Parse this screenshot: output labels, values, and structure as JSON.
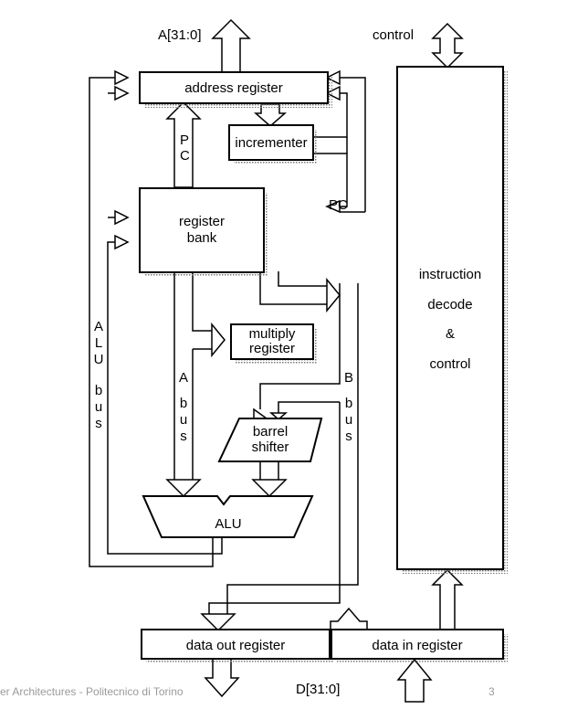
{
  "blocks": {
    "address_register": "address register",
    "incrementer": "incrementer",
    "register_bank_line1": "register",
    "register_bank_line2": "bank",
    "multiply_register_line1": "multiply",
    "multiply_register_line2": "register",
    "barrel_shifter_line1": "barrel",
    "barrel_shifter_line2": "shifter",
    "alu": "ALU",
    "data_out_register": "data out register",
    "data_in_register": "data in register",
    "instruction_decode_line1": "instruction",
    "instruction_decode_line2": "decode",
    "instruction_decode_line3": "&",
    "instruction_decode_line4": "control"
  },
  "signals": {
    "address_bus": "A[31:0]",
    "control": "control",
    "data_bus": "D[31:0]",
    "pc_vertical_p": "P",
    "pc_vertical_c": "C",
    "pc_horizontal": "PC"
  },
  "buses": {
    "alu_bus_letters": [
      "A",
      "L",
      "U",
      "b",
      "u",
      "s"
    ],
    "a_bus_letters": [
      "A",
      "b",
      "u",
      "s"
    ],
    "b_bus_letters": [
      "B",
      "b",
      "u",
      "s"
    ]
  },
  "footer": {
    "left_text": "er Architectures - Politecnico di Torino",
    "page_number": "3"
  },
  "colors": {
    "line": "#000000",
    "shadow": "#8a8a8a",
    "footer_text": "#9a9a9a"
  }
}
